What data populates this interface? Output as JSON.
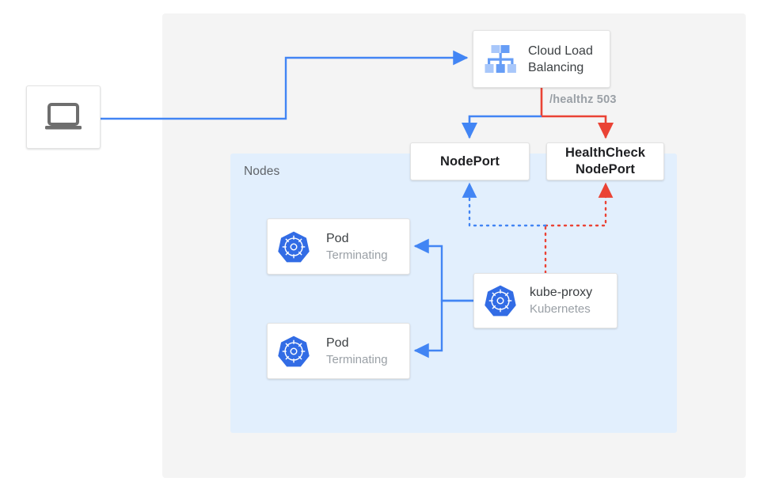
{
  "diagram": {
    "title": "Kubernetes NodePort health check with terminating pods",
    "colors": {
      "blue": "#4285F4",
      "red": "#EA4335",
      "panel_gray": "#F4F4F4",
      "panel_blue": "#E2EFFD",
      "text_dark": "#3C4043",
      "text_muted": "#9AA0A6",
      "k8s_blue": "#326CE5"
    },
    "groups": {
      "nodes_label": "Nodes"
    },
    "nodes": {
      "client": {
        "icon": "laptop-icon",
        "label": ""
      },
      "load_balancer": {
        "icon": "cloud-load-balancing-icon",
        "line1": "Cloud Load",
        "line2": "Balancing"
      },
      "nodeport": {
        "label": "NodePort"
      },
      "healthcheck_nodeport": {
        "line1": "HealthCheck",
        "line2": "NodePort"
      },
      "pod_1": {
        "icon": "kubernetes-icon",
        "title": "Pod",
        "subtitle": "Terminating"
      },
      "pod_2": {
        "icon": "kubernetes-icon",
        "title": "Pod",
        "subtitle": "Terminating"
      },
      "kube_proxy": {
        "icon": "kubernetes-icon",
        "title": "kube-proxy",
        "subtitle": "Kubernetes"
      }
    },
    "edges": {
      "healthz_label": "/healthz 503"
    }
  }
}
